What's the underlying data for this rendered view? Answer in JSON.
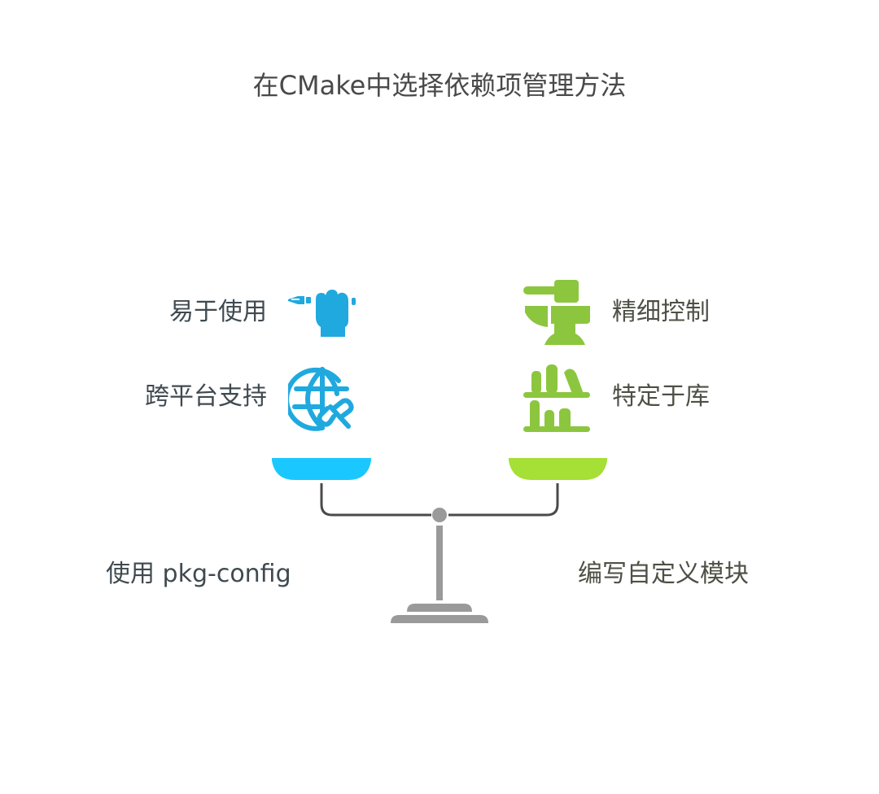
{
  "title": "在CMake中选择依赖项管理方法",
  "left_option": {
    "label": "使用 pkg-config",
    "color": "#1ac8ff",
    "icon_color": "#1fa9de",
    "features": [
      {
        "label": "易于使用",
        "icon": "hand-holding-pen-icon"
      },
      {
        "label": "跨平台支持",
        "icon": "globe-link-icon"
      }
    ]
  },
  "right_option": {
    "label": "编写自定义模块",
    "color": "#a6df35",
    "icon_color": "#8cc63f",
    "features": [
      {
        "label": "精细控制",
        "icon": "anvil-hammer-icon"
      },
      {
        "label": "特定于库",
        "icon": "bookshelf-icon"
      }
    ]
  },
  "scale": {
    "beam_color": "#4a4a4a",
    "stand_color": "#9a9a9a"
  }
}
